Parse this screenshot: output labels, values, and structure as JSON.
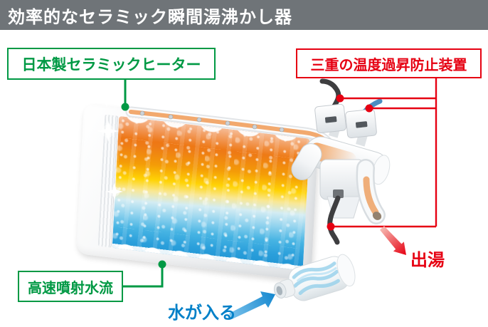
{
  "header": {
    "title": "効率的なセラミック瞬間湯沸かし器"
  },
  "callouts": {
    "ceramic_heater": {
      "label": "日本製セラミックヒーター"
    },
    "overheat_protection": {
      "label": "三重の温度過昇防止装置"
    },
    "jet_flow": {
      "label": "高速噴射水流"
    },
    "hot_water_out": {
      "label": "出湯"
    },
    "water_in": {
      "label": "水が入る"
    }
  },
  "colors": {
    "header_bg": "#6f7478",
    "header_text": "#ffffff",
    "green_accent": "#009944",
    "red_accent": "#e60012",
    "blue_accent": "#0080c8",
    "hot_top": "#eb6512",
    "warm_mid": "#ffd305",
    "cold_bottom": "#1f93d2"
  },
  "illustration": {
    "parts": [
      "heater-body",
      "ceramic-plate-edge",
      "thermal-water-panel",
      "heating-pipe",
      "thermostat-sensor-left",
      "thermostat-sensor-right",
      "black-wire-top",
      "blue-wire",
      "valve-body",
      "black-wire-bottom",
      "outlet-spout",
      "inlet-nozzle",
      "sparkles"
    ]
  }
}
